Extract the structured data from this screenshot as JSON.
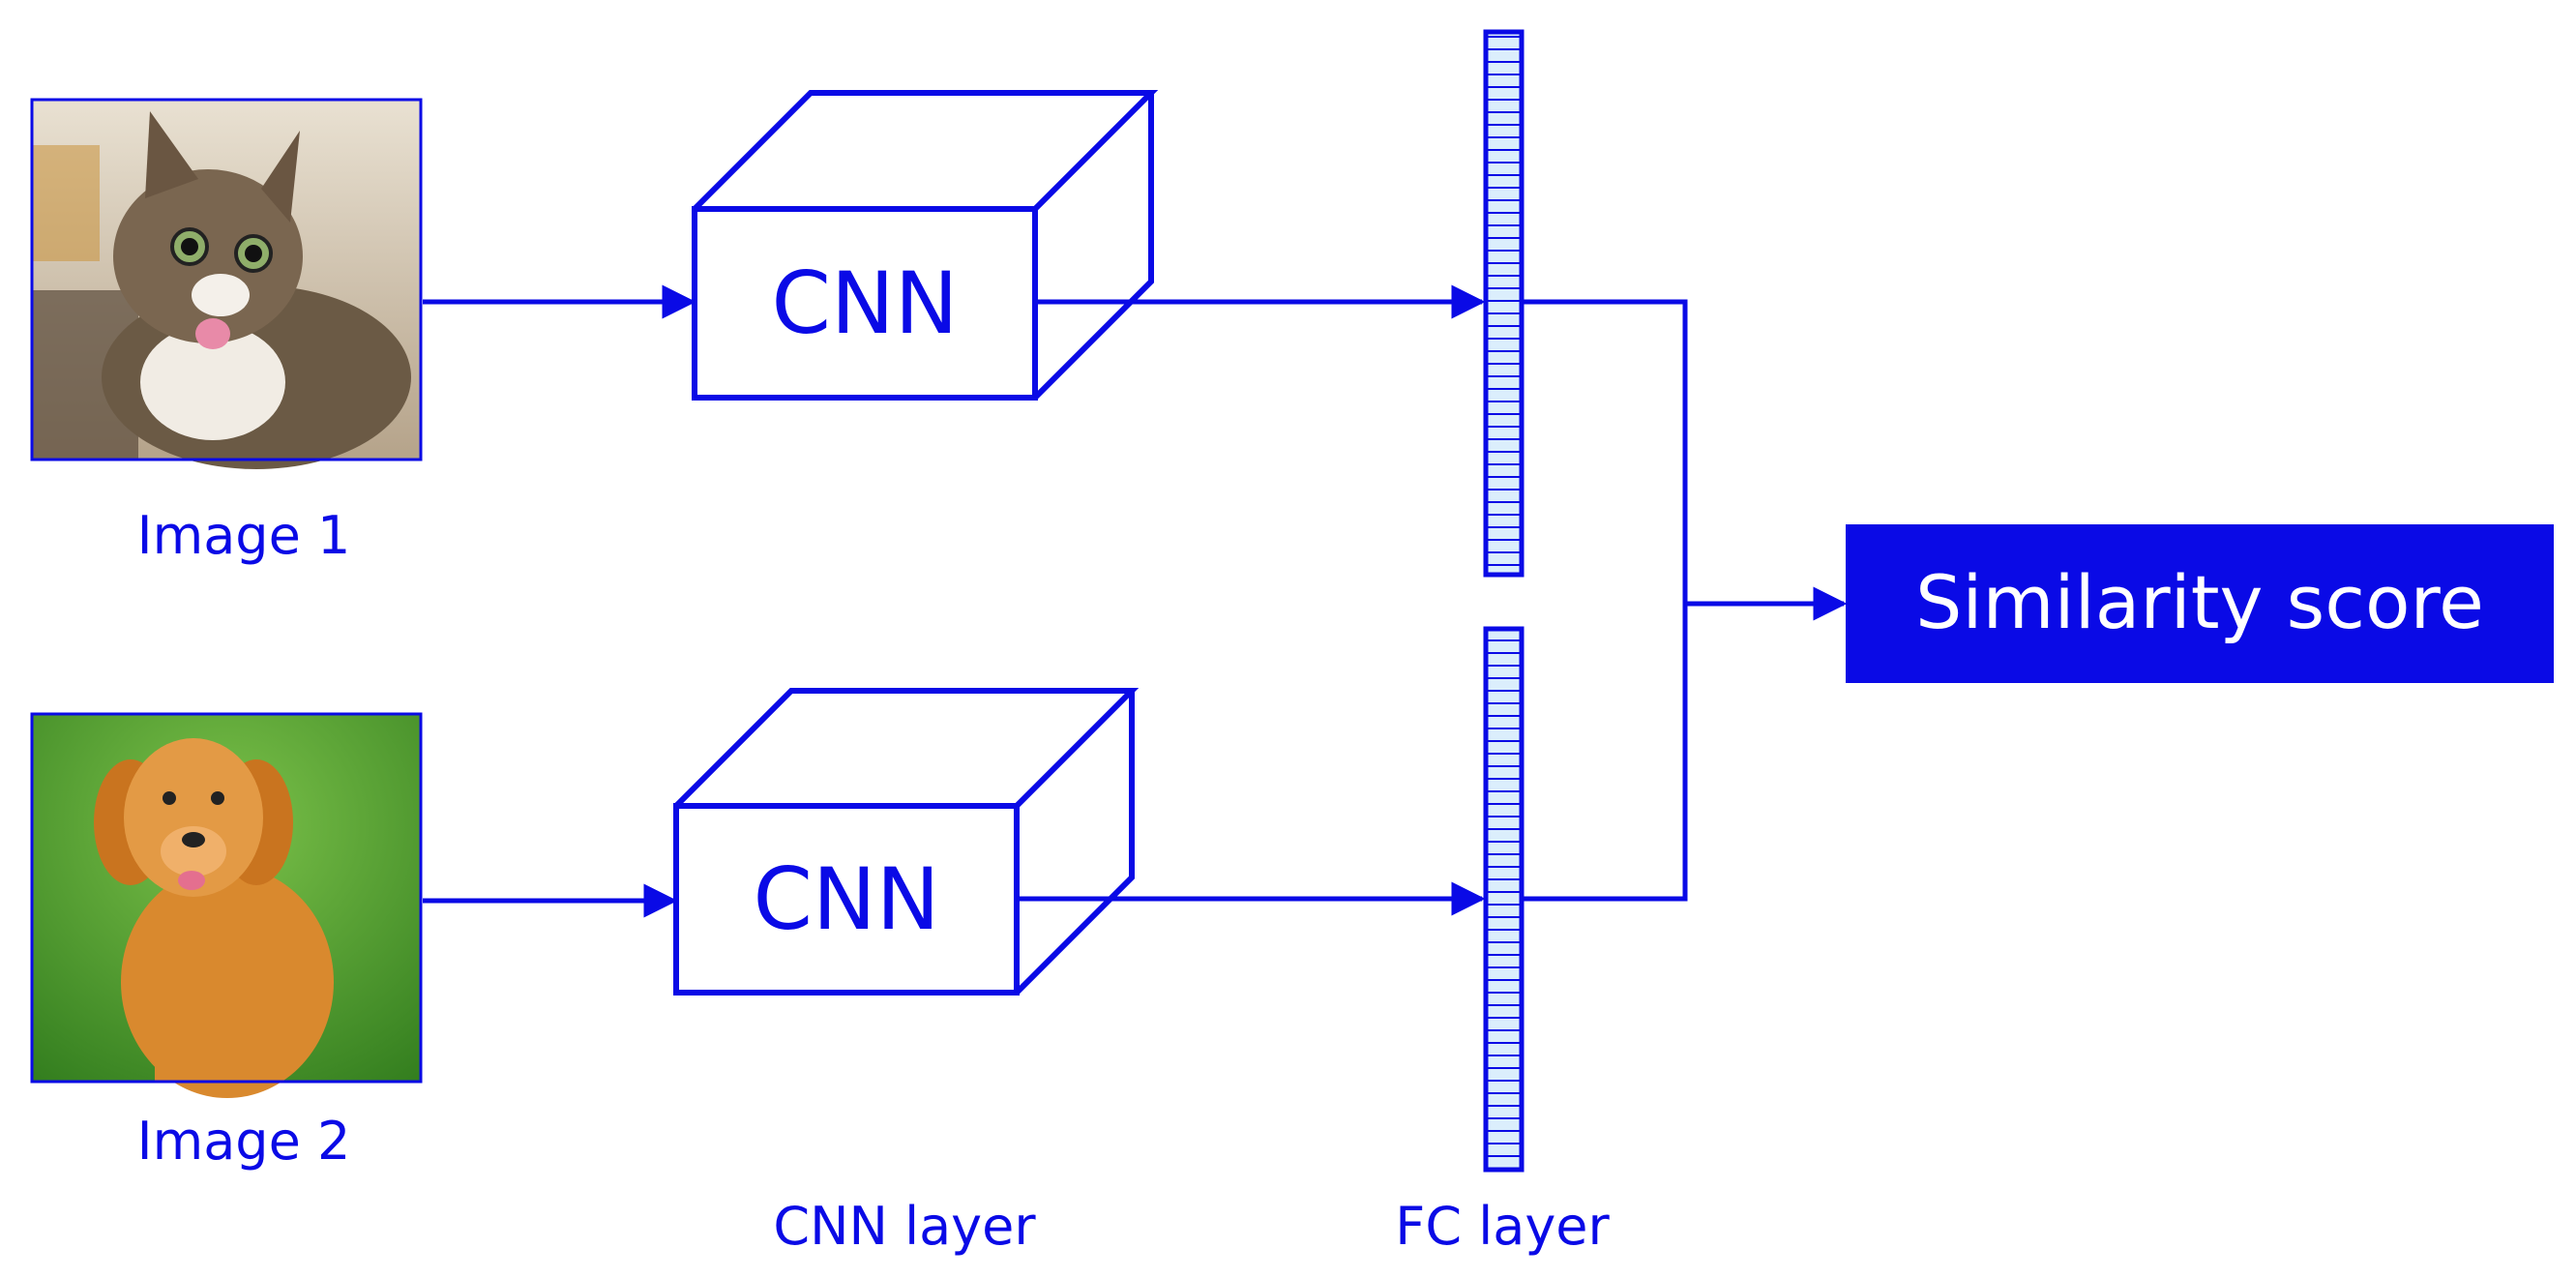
{
  "colors": {
    "accent": "#0a0ae6",
    "fc_fill": "#dbeefc",
    "background": "#ffffff"
  },
  "inputs": [
    {
      "label": "Image 1",
      "image": "cat-photo"
    },
    {
      "label": "Image 2",
      "image": "dog-photo"
    }
  ],
  "cnn_blocks": [
    {
      "label": "CNN"
    },
    {
      "label": "CNN"
    }
  ],
  "footer_labels": {
    "cnn_layer": "CNN layer",
    "fc_layer": "FC layer"
  },
  "output": {
    "label": "Similarity score"
  }
}
